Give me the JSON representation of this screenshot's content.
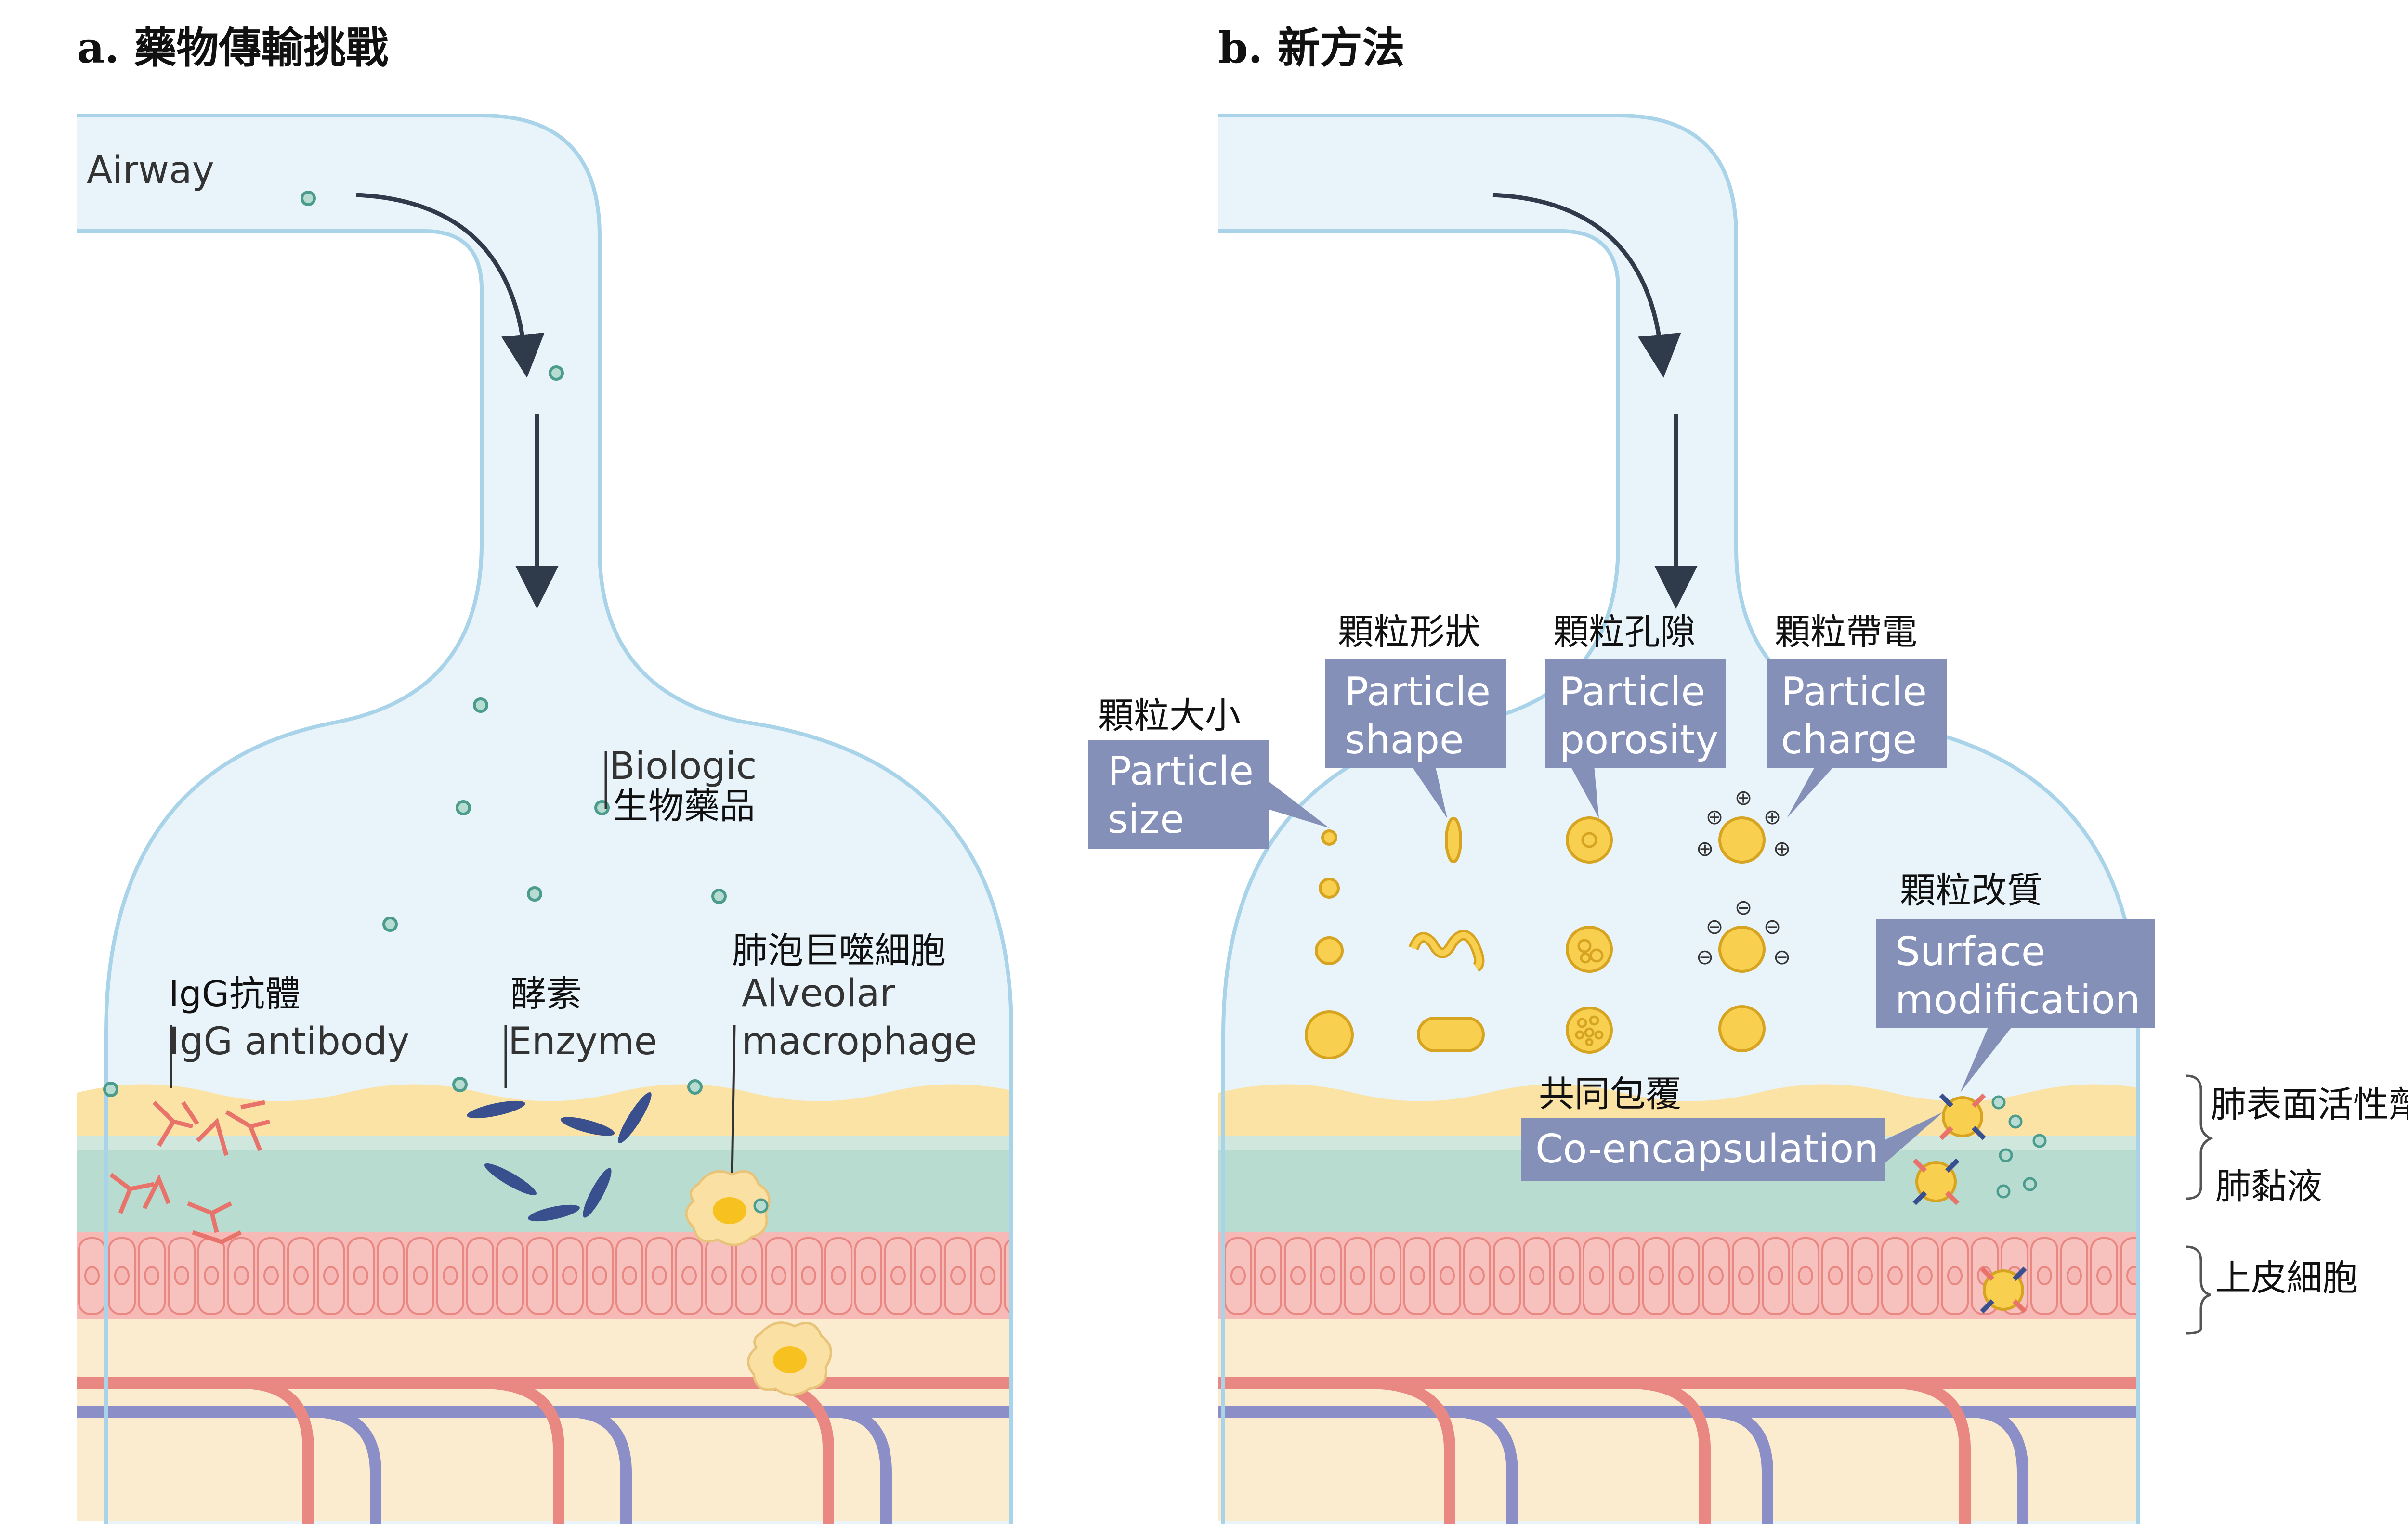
{
  "panel_a": {
    "title": "a. 藥物傳輸挑戰",
    "airway": "Airway",
    "biologic_en": "Biologic",
    "biologic_zh": "生物藥品",
    "igg_zh": "IgG抗體",
    "igg_en": "IgG antibody",
    "enzyme_zh": "酵素",
    "enzyme_en": "Enzyme",
    "macrophage_zh": "肺泡巨噬細胞",
    "macrophage_en1": "Alveolar",
    "macrophage_en2": "macrophage"
  },
  "panel_b": {
    "title": "b. 新方法",
    "size_zh": "顆粒大小",
    "size_en1": "Particle",
    "size_en2": "size",
    "shape_zh": "顆粒形狀",
    "shape_en1": "Particle",
    "shape_en2": "shape",
    "porosity_zh": "顆粒孔隙",
    "porosity_en1": "Particle",
    "porosity_en2": "porosity",
    "charge_zh": "顆粒帶電",
    "charge_en1": "Particle",
    "charge_en2": "charge",
    "surface_zh": "顆粒改質",
    "surface_en1": "Surface",
    "surface_en2": "modification",
    "coenc_zh": "共同包覆",
    "coenc_en": "Co-encapsulation"
  },
  "layers": {
    "surfactant": "肺表面活性劑",
    "fluid": "肺黏液",
    "epithelial": "上皮細胞"
  },
  "colors": {
    "airway_fill": "#e8f3fa",
    "airway_stroke": "#a9d3e8",
    "surfactant": "#fbe3a6",
    "fluid": "#b8ddd0",
    "epithelium": "#f6b9b5",
    "label_box": "#8590b9",
    "particle": "#f9cf4f",
    "biologic_dot": "#4b9c8c"
  },
  "icons": [
    "airflow-arrow-icon",
    "particle-icon",
    "antibody-icon",
    "enzyme-icon",
    "macrophage-icon",
    "brace-icon"
  ]
}
